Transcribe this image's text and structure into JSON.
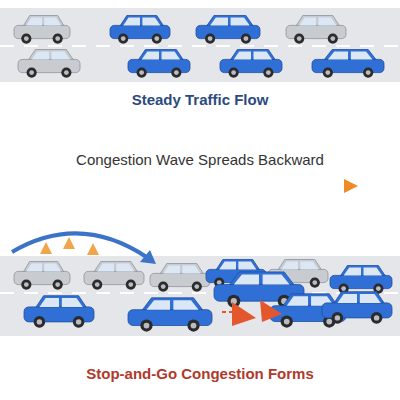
{
  "diagram": {
    "labels": [
      "Steady Traffic Flow",
      "Congestion Wave Spreads Backward",
      "Stop-and-Go Congestion Forms"
    ]
  }
}
